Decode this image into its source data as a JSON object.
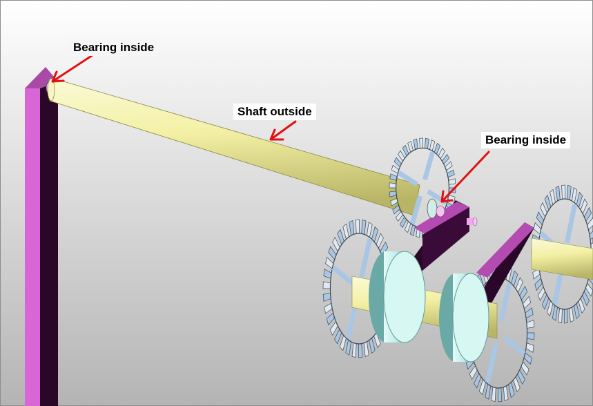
{
  "labels": {
    "bearing_top": "Bearing inside",
    "shaft": "Shaft outside",
    "bearing_right": "Bearing inside"
  },
  "colors": {
    "background_top": "#ffffff",
    "background_bottom": "#b4b4b4",
    "post_pink": "#d966d6",
    "post_dark": "#2a0628",
    "shaft_yellow": "#f3f0a4",
    "gear_blue": "#a9c6e4",
    "gear_dark": "#3c4a58",
    "hub_cyan": "#bfeeea",
    "arrow_red": "#e01010"
  }
}
